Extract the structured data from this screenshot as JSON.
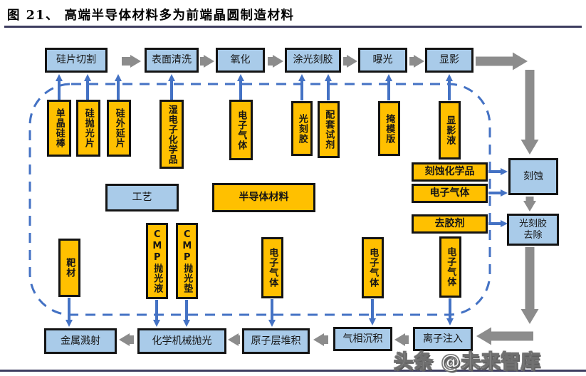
{
  "title": {
    "text": "图 21、  高端半导体材料多为前端晶圆制造材料"
  },
  "legend": {
    "process": "工艺",
    "material": "半导体材料"
  },
  "flow": {
    "top": [
      "硅片切割",
      "表面清洗",
      "氧化",
      "涂光刻胶",
      "曝光",
      "显影"
    ],
    "right": [
      "刻蚀",
      "光刻胶去除"
    ],
    "bottom": [
      "金属溅射",
      "化学机械抛光",
      "原子层堆积",
      "气相沉积",
      "离子注入"
    ]
  },
  "materials": {
    "top": [
      "单晶硅棒",
      "硅抛光片",
      "硅外延片",
      "湿电子化学品",
      "电子气体",
      "光刻胶",
      "配套试剂",
      "掩模版",
      "显影液"
    ],
    "right": [
      "刻蚀化学品",
      "电子气体",
      "去胶剂"
    ],
    "bottom": [
      "靶材",
      "CMP抛光液",
      "CMP抛光垫",
      "电子气体",
      "电子气体",
      "电子气体"
    ]
  },
  "watermark": "头条 @未来智库",
  "colors": {
    "process_fill": "#A9CBE9",
    "material_fill": "#FFC000",
    "arrow_blue": "#4472C4",
    "arrow_gray": "#8C8C8C",
    "rule_navy": "#3E3D60",
    "box_border": "#141414"
  }
}
